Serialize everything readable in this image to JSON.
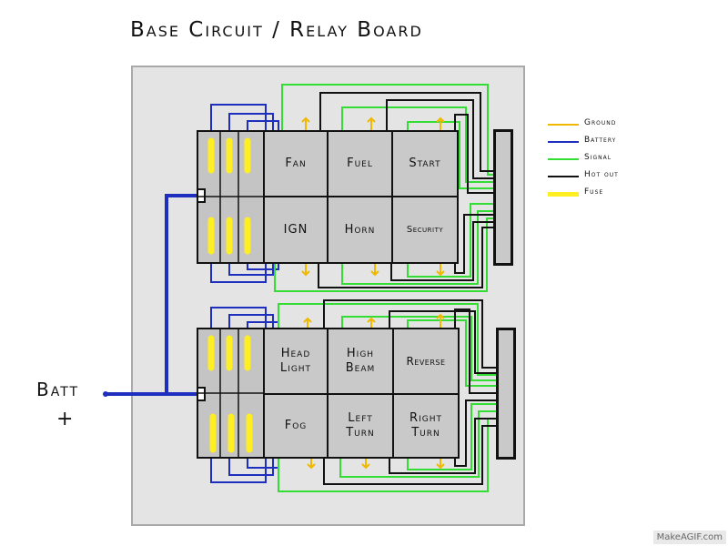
{
  "title": "Base Circuit / Relay Board",
  "battery_label": "Batt",
  "battery_terminal": "+",
  "legend": [
    {
      "label": "Ground",
      "color": "#f0b800"
    },
    {
      "label": "Battery",
      "color": "#1e2fbf"
    },
    {
      "label": "Signal",
      "color": "#33dd33"
    },
    {
      "label": "Hot out",
      "color": "#111111"
    },
    {
      "label": "Fuse",
      "color": "#ffee22"
    }
  ],
  "relay_board_top": {
    "relays": [
      {
        "name": "Fan"
      },
      {
        "name": "Fuel"
      },
      {
        "name": "Start"
      },
      {
        "name": "IGN"
      },
      {
        "name": "Horn"
      },
      {
        "name": "Security"
      }
    ]
  },
  "relay_board_bottom": {
    "relays": [
      {
        "name": "Head\nLight"
      },
      {
        "name": "High\nBeam"
      },
      {
        "name": "Reverse"
      },
      {
        "name": "Fog"
      },
      {
        "name": "Left\nTurn"
      },
      {
        "name": "Right\nTurn"
      }
    ]
  },
  "watermark": "MakeAGIF.com"
}
